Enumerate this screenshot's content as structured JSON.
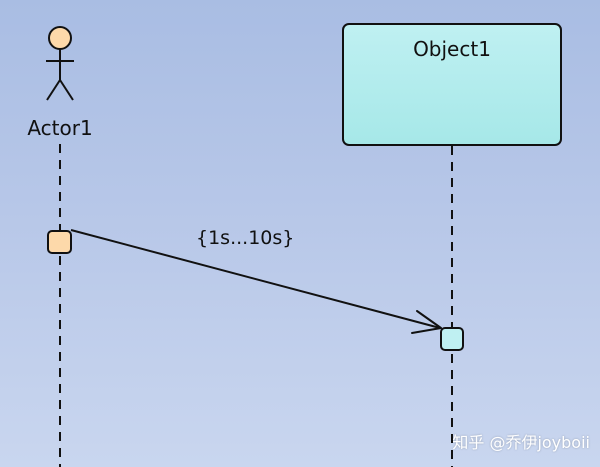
{
  "diagram": {
    "actor": {
      "name": "Actor1"
    },
    "object": {
      "name": "Object1"
    },
    "message": {
      "constraint": "{1s...10s}"
    }
  },
  "watermark": {
    "text": "知乎 @乔伊joyboii"
  },
  "colors": {
    "background_top": "#a9bde3",
    "background_bottom": "#c9d6ef",
    "actor_fill": "#fdd9aa",
    "object_fill_top": "#bff0f2",
    "object_fill_bottom": "#a6e8e8",
    "activation_fill": "#bff0f2",
    "stroke": "#111111"
  }
}
